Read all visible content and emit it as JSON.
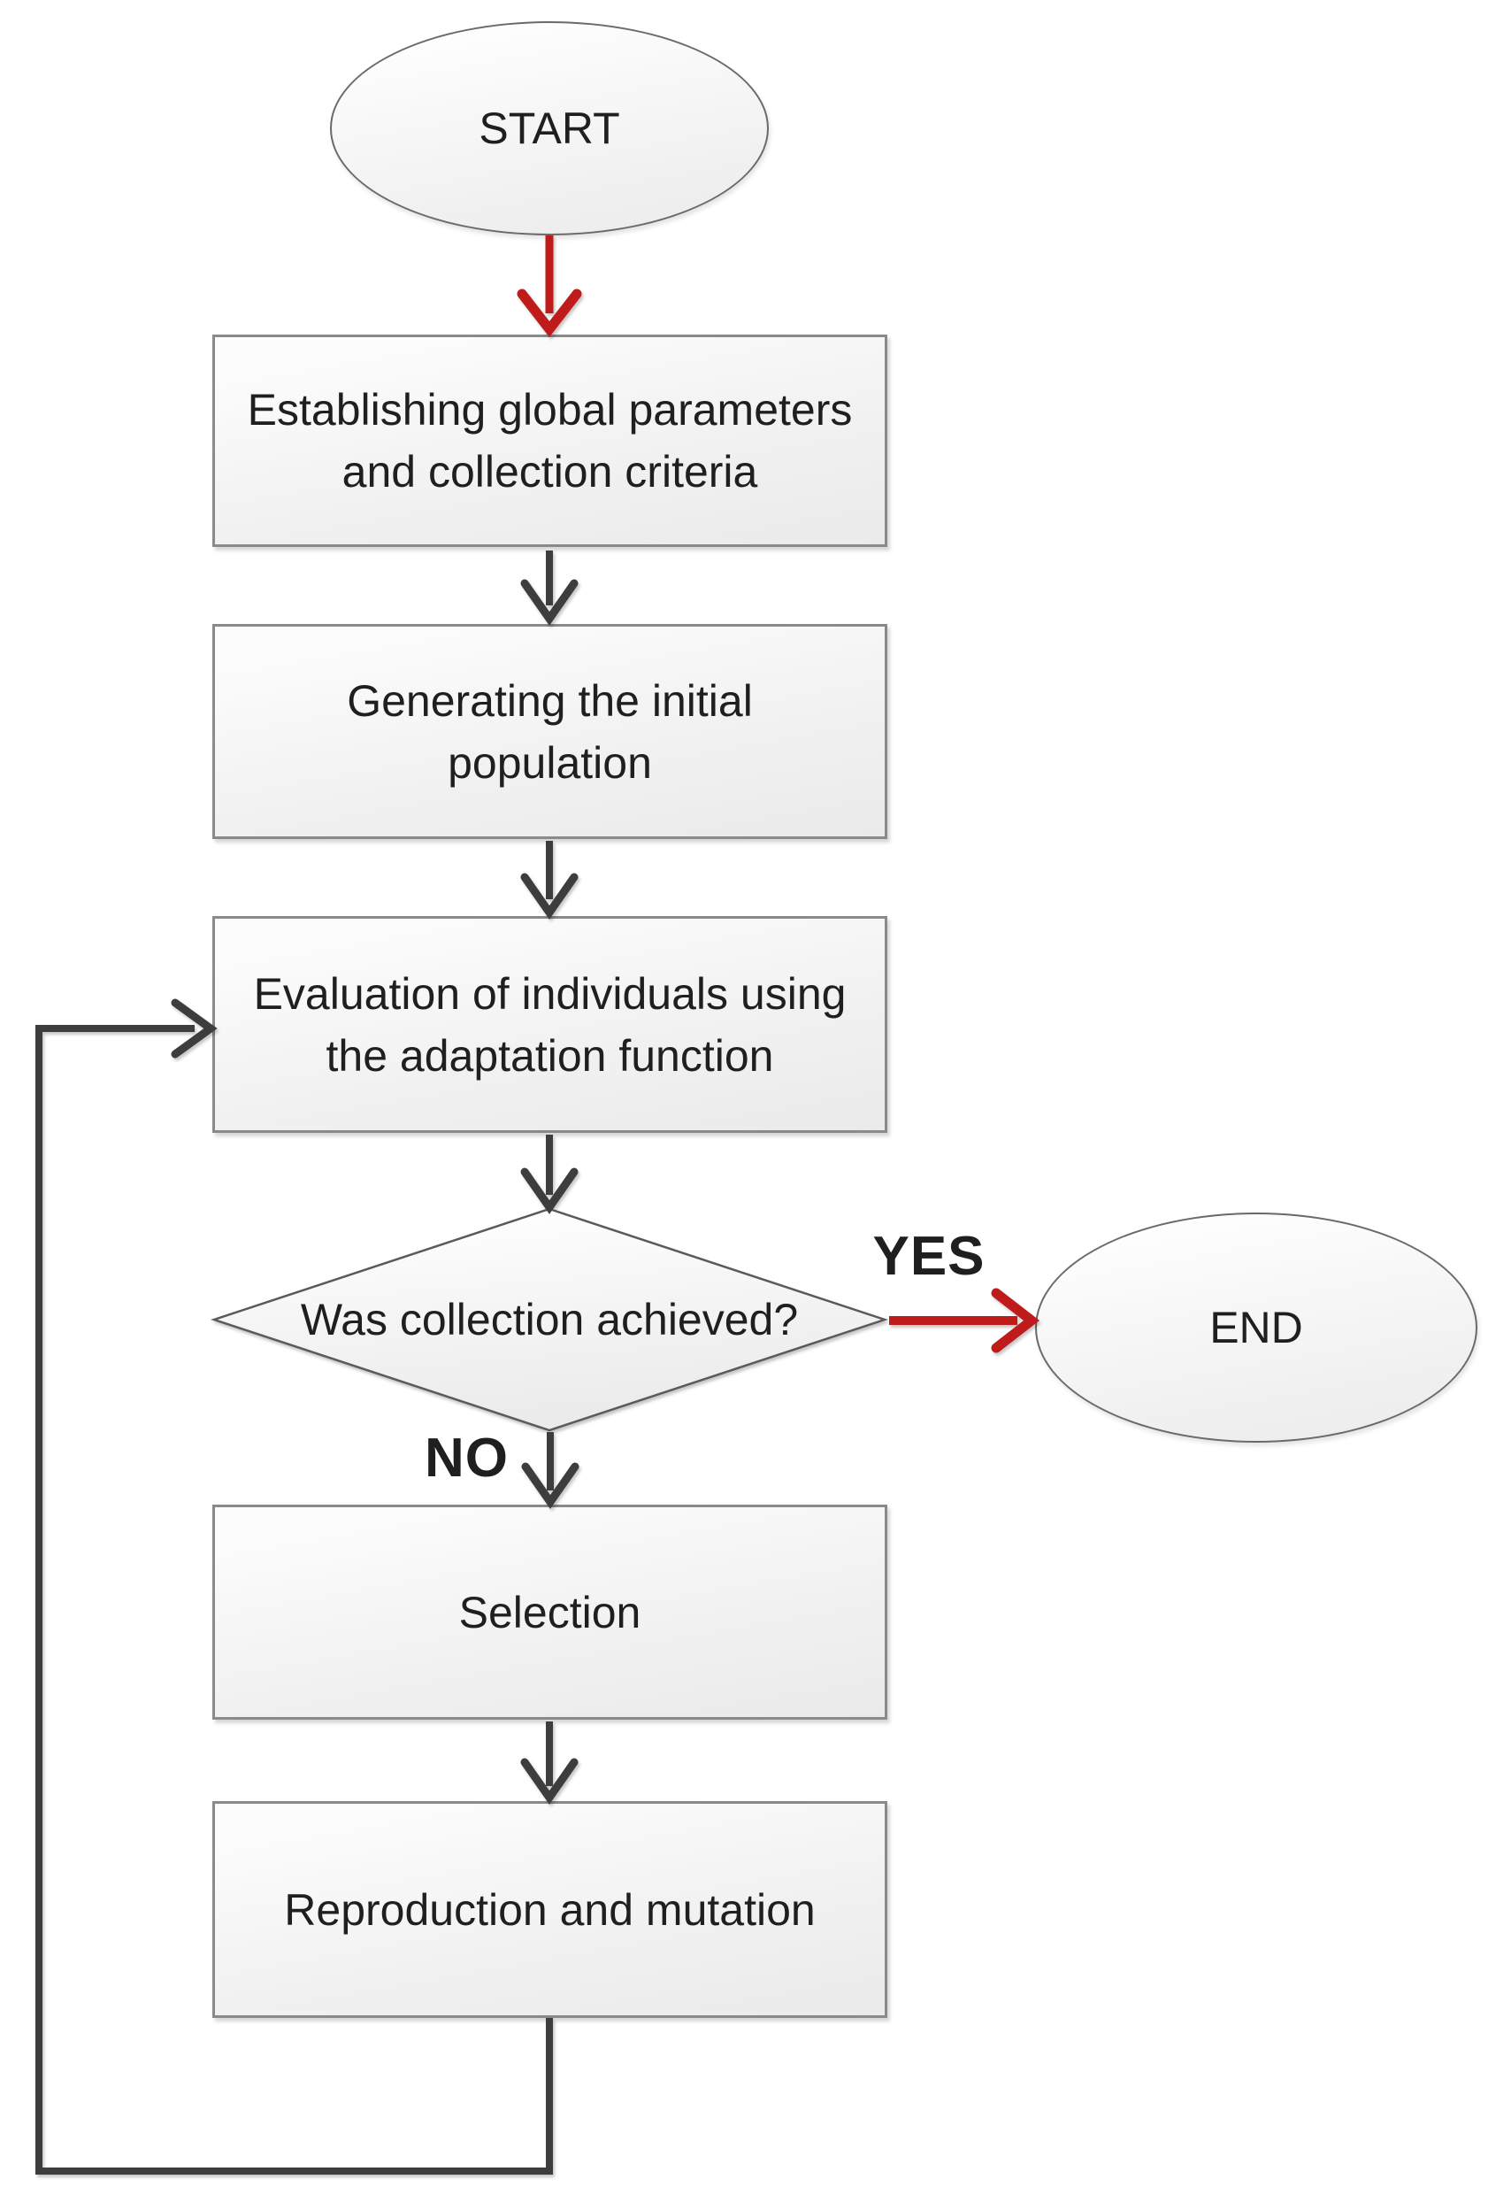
{
  "flowchart": {
    "nodes": {
      "start": {
        "label": "START",
        "shape": "ellipse"
      },
      "establish_parameters": {
        "line1": "Establishing global parameters",
        "line2": "and collection criteria",
        "shape": "rect"
      },
      "generate_population": {
        "line1": "Generating the initial",
        "line2": "population",
        "shape": "rect"
      },
      "evaluate_individuals": {
        "line1": "Evaluation of individuals using",
        "line2": "the adaptation function",
        "shape": "rect"
      },
      "collection_achieved": {
        "label": "Was collection achieved?",
        "shape": "diamond"
      },
      "selection": {
        "label": "Selection",
        "shape": "rect"
      },
      "reproduction_mutation": {
        "label": "Reproduction and mutation",
        "shape": "rect"
      },
      "end": {
        "label": "END",
        "shape": "ellipse"
      }
    },
    "edge_labels": {
      "yes": "YES",
      "no": "NO"
    },
    "colors": {
      "accent_red": "#c01b1b",
      "connector_dark": "#3d3d3d",
      "shape_border": "#8a8a8a",
      "ellipse_border": "#6a6a6a",
      "diamond_border": "#5a5a5a",
      "text": "#1f1f1f"
    }
  }
}
